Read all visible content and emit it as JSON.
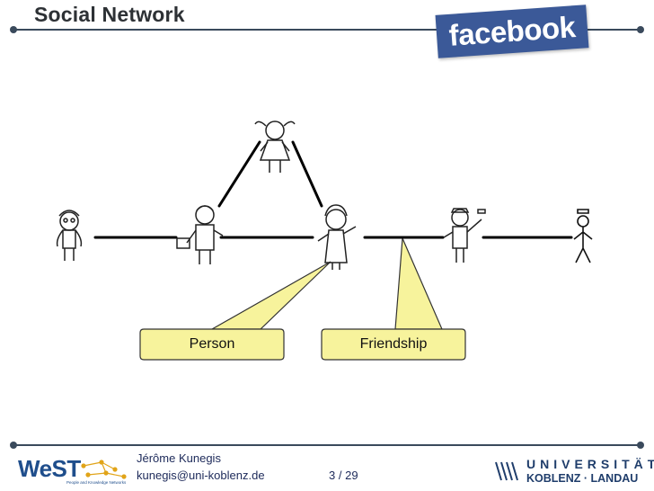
{
  "slide": {
    "title": "Social Network",
    "brand_logo": "facebook",
    "colors": {
      "callout_fill": "#f7f39c",
      "rule": "#3a4a5c",
      "facebook_blue": "#3b5998"
    }
  },
  "callouts": {
    "person": "Person",
    "friendship": "Friendship"
  },
  "footer": {
    "author": "Jérôme Kunegis",
    "email": "kunegis@uni-koblenz.de",
    "page_current": "3",
    "page_separator": "/",
    "page_total": "29",
    "left_logo": {
      "name": "WeST",
      "subtitle": "People and Knowledge Networks"
    },
    "right_logo": {
      "line1": "UNIVERSITÄT",
      "line2": "KOBLENZ · LANDAU"
    }
  }
}
